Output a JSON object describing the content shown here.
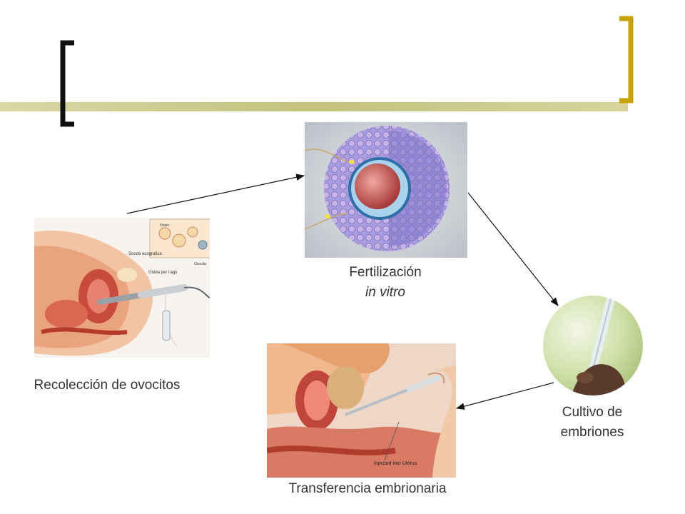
{
  "slide": {
    "decor_colors": {
      "accent": "#c8a200",
      "band": "#c2c27e",
      "bracket": "#111111"
    }
  },
  "steps": {
    "recoleccion": {
      "caption": "Recolección de ovocitos",
      "image_labels": {
        "sonda": "Sonda ecografica",
        "guida": "Guida per l'ago",
        "ovaio": "Ovaio",
        "ovocita": "Ovocita"
      }
    },
    "fertilizacion": {
      "caption_line1": "Fertilización",
      "caption_line2": "in vitro"
    },
    "cultivo": {
      "caption_line1": "Cultivo de",
      "caption_line2": "embriones"
    },
    "transferencia": {
      "caption": "Transferencia embrionaria",
      "image_label": "Injected into Uterus"
    }
  }
}
